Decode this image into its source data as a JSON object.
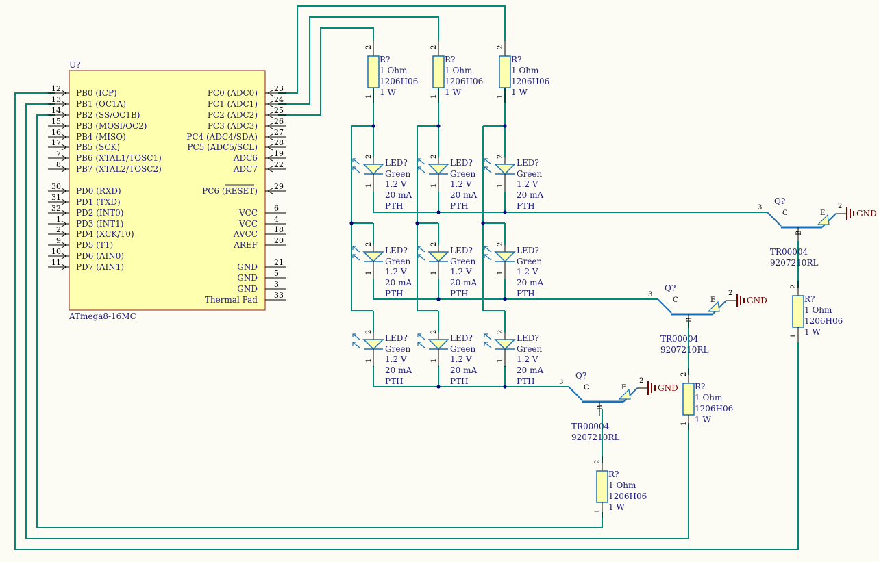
{
  "mcu": {
    "ref": "U?",
    "part": "ATmega8-16MC",
    "left_pins": [
      {
        "num": "12",
        "name": "PB0 (ICP)"
      },
      {
        "num": "13",
        "name": "PB1 (OC1A)"
      },
      {
        "num": "14",
        "name": "PB2 (SS/OC1B)"
      },
      {
        "num": "15",
        "name": "PB3 (MOSI/OC2)"
      },
      {
        "num": "16",
        "name": "PB4 (MISO)"
      },
      {
        "num": "17",
        "name": "PB5 (SCK)"
      },
      {
        "num": "7",
        "name": "PB6 (XTAL1/TOSC1)"
      },
      {
        "num": "8",
        "name": "PB7 (XTAL2/TOSC2)"
      },
      {
        "num": "30",
        "name": "PD0 (RXD)"
      },
      {
        "num": "31",
        "name": "PD1 (TXD)"
      },
      {
        "num": "32",
        "name": "PD2 (INT0)"
      },
      {
        "num": "1",
        "name": "PD3 (INT1)"
      },
      {
        "num": "2",
        "name": "PD4 (XCK/T0)"
      },
      {
        "num": "9",
        "name": "PD5 (T1)"
      },
      {
        "num": "10",
        "name": "PD6 (AIN0)"
      },
      {
        "num": "11",
        "name": "PD7 (AIN1)"
      }
    ],
    "right_pins": [
      {
        "num": "23",
        "name": "PC0 (ADC0)"
      },
      {
        "num": "24",
        "name": "PC1 (ADC1)"
      },
      {
        "num": "25",
        "name": "PC2 (ADC2)"
      },
      {
        "num": "26",
        "name": "PC3 (ADC3)"
      },
      {
        "num": "27",
        "name": "PC4 (ADC4/SDA)"
      },
      {
        "num": "28",
        "name": "PC5 (ADC5/SCL)"
      },
      {
        "num": "19",
        "name": "ADC6"
      },
      {
        "num": "22",
        "name": "ADC7"
      },
      {
        "num": "29",
        "name": "PC6 (RESET)"
      },
      {
        "num": "6",
        "name": "VCC"
      },
      {
        "num": "4",
        "name": "VCC"
      },
      {
        "num": "18",
        "name": "AVCC"
      },
      {
        "num": "20",
        "name": "AREF"
      },
      {
        "num": "21",
        "name": "GND"
      },
      {
        "num": "5",
        "name": "GND"
      },
      {
        "num": "3",
        "name": "GND"
      },
      {
        "num": "33",
        "name": "Thermal Pad"
      }
    ]
  },
  "resistor": {
    "ref": "R?",
    "value": "1 Ohm",
    "package": "1206H06",
    "power": "1 W",
    "pin_top": "2",
    "pin_bottom": "1"
  },
  "led": {
    "ref": "LED?",
    "color": "Green",
    "voltage": "1.2 V",
    "current": "20 mA",
    "mount": "PTH",
    "pin_top": "2",
    "pin_bottom": "1"
  },
  "transistor": {
    "ref": "Q?",
    "part": "TR00004",
    "code": "9207210RL",
    "c": "C",
    "e": "E",
    "b": "B",
    "pin_c": "3",
    "pin_e": "2",
    "gnd": "GND"
  },
  "colors": {
    "wire": "#008a7a",
    "body_fill": "#ffffb0",
    "body_stroke": "#8a2020",
    "part_stroke": "#1a6fb8",
    "gnd_color": "#800000",
    "text": "#1f1f7a"
  }
}
